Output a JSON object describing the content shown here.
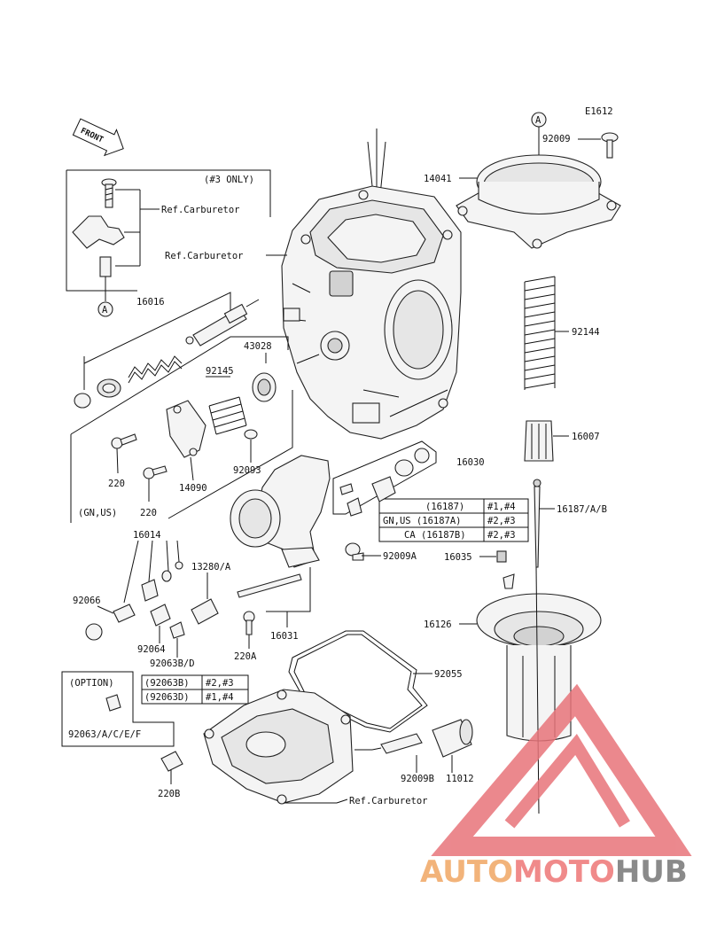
{
  "diagram_code": "E1612",
  "front_marker": "FRONT",
  "labels": {
    "n3_only": "(#3 ONLY)",
    "ref_carb_1": "Ref.Carburetor",
    "ref_carb_2": "Ref.Carburetor",
    "ref_carb_3": "Ref.Carburetor",
    "a_left": "A",
    "a_right": "A",
    "p92009": "92009",
    "p14041": "14041",
    "p16016": "16016",
    "p43028": "43028",
    "p92145": "92145",
    "p92144": "92144",
    "p16007": "16007",
    "p220_1": "220",
    "p220_2": "220",
    "p14090": "14090",
    "p92093": "92093",
    "p16030": "16030",
    "gn_us": "(GN,US)",
    "p16014": "16014",
    "p13280": "13280/A",
    "p92066": "92066",
    "p92064": "92064",
    "p92063bd": "92063B/D",
    "p220a": "220A",
    "p16031": "16031",
    "p92009a": "92009A",
    "p16035": "16035",
    "p16187ab": "16187/A/B",
    "p16126": "16126",
    "p92055": "92055",
    "option": "(OPTION)",
    "p92063acef": "92063/A/C/E/F",
    "p220b": "220B",
    "p92009b": "92009B",
    "p11012": "11012"
  },
  "table_16187": [
    {
      "part": "(16187)",
      "cyl": "#1,#4"
    },
    {
      "part": "GN,US (16187A)",
      "cyl": "#2,#3"
    },
    {
      "part": "CA (16187B)",
      "cyl": "#2,#3"
    }
  ],
  "table_92063": [
    {
      "part": "(92063B)",
      "cyl": "#2,#3"
    },
    {
      "part": "(92063D)",
      "cyl": "#1,#4"
    }
  ],
  "watermark": {
    "part1": "AUTO",
    "part2": "MOTO",
    "part3": "HUB",
    "color1": "#f2b37a",
    "color2": "#f08a8a",
    "color3": "#8a8a8a",
    "logo_color": "#e8747a"
  }
}
